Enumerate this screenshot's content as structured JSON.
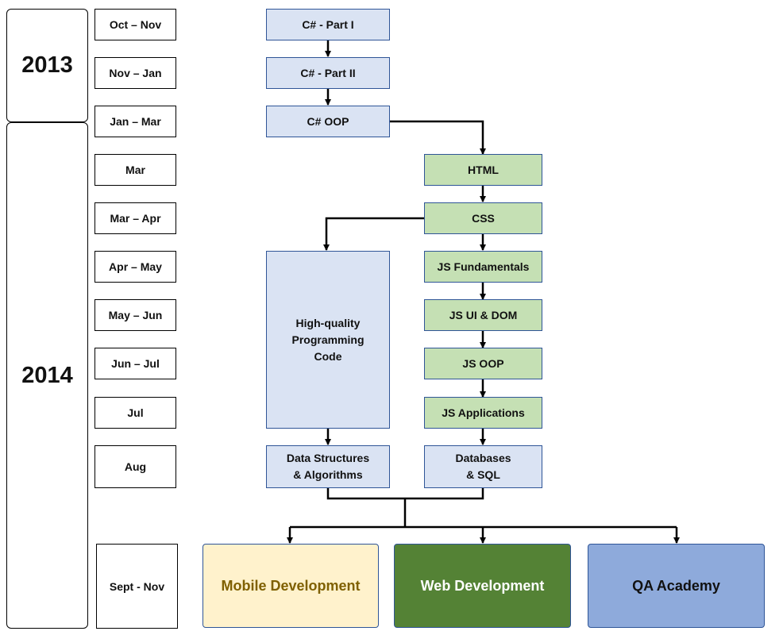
{
  "years": [
    "2013",
    "2014"
  ],
  "periods": [
    "Oct – Nov",
    "Nov – Jan",
    "Jan – Mar",
    "Mar",
    "Mar – Apr",
    "Apr – May",
    "May – Jun",
    "Jun – Jul",
    "Jul",
    "Aug",
    "Sept - Nov"
  ],
  "courses": {
    "csharp_part1": "C# - Part I",
    "csharp_part2": "C# - Part II",
    "csharp_oop": "C# OOP",
    "html": "HTML",
    "css": "CSS",
    "js_fundamentals": "JS Fundamentals",
    "js_ui_dom": "JS UI & DOM",
    "js_oop": "JS OOP",
    "js_applications": "JS Applications",
    "hqpc": "High-quality\nProgramming\nCode",
    "dsa": "Data Structures\n& Algorithms",
    "databases": "Databases\n& SQL"
  },
  "tracks": {
    "mobile": "Mobile Development",
    "web": "Web Development",
    "qa": "QA Academy"
  },
  "colors": {
    "blue_fill": "#dae3f3",
    "green_fill": "#c5e0b4",
    "mobile_fill": "#fff2cc",
    "mobile_text": "#7f6000",
    "web_fill": "#548235",
    "qa_fill": "#8eaadb",
    "border": "#2f5597"
  }
}
